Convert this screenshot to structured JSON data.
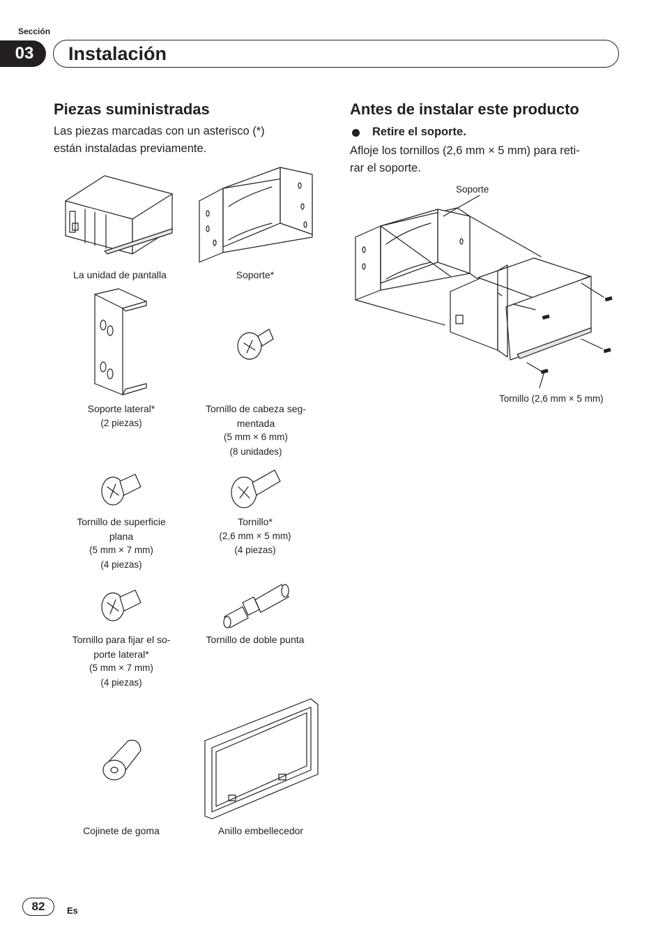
{
  "header": {
    "section_label": "Sección",
    "section_number": "03",
    "section_title": "Instalación"
  },
  "left": {
    "heading": "Piezas suministradas",
    "intro_line1": "Las piezas marcadas con un asterisco (*)",
    "intro_line2": "están instaladas previamente.",
    "parts": {
      "display_unit": "La unidad de pantalla",
      "holder": "Soporte*",
      "side_bracket": "Soporte lateral*",
      "side_bracket_qty": "(2 piezas)",
      "segmented_screw_l1": "Tornillo de cabeza seg-",
      "segmented_screw_l2": "mentada",
      "segmented_screw_size": "(5 mm × 6 mm)",
      "segmented_screw_qty": "(8 unidades)",
      "flat_screw_l1": "Tornillo de superficie",
      "flat_screw_l2": "plana",
      "flat_screw_size": "(5 mm × 7 mm)",
      "flat_screw_qty": "(4 piezas)",
      "screw_l1": "Tornillo*",
      "screw_size": "(2,6 mm × 5 mm)",
      "screw_qty": "(4 piezas)",
      "fix_screw_l1": "Tornillo para fijar el so-",
      "fix_screw_l2": "porte lateral*",
      "fix_screw_size": "(5 mm × 7 mm)",
      "fix_screw_qty": "(4 piezas)",
      "double_screw": "Tornillo de doble punta",
      "rubber_bush": "Cojinete de goma",
      "trim_ring": "Anillo embellecedor"
    }
  },
  "right": {
    "heading": "Antes de instalar este producto",
    "bullet_title": "Retire el soporte.",
    "body_line1": "Afloje los tornillos (2,6 mm × 5 mm) para reti-",
    "body_line2": "rar el soporte.",
    "callout_holder": "Soporte",
    "callout_screw": "Tornillo (2,6 mm × 5 mm)"
  },
  "footer": {
    "page_number": "82",
    "language": "Es"
  }
}
